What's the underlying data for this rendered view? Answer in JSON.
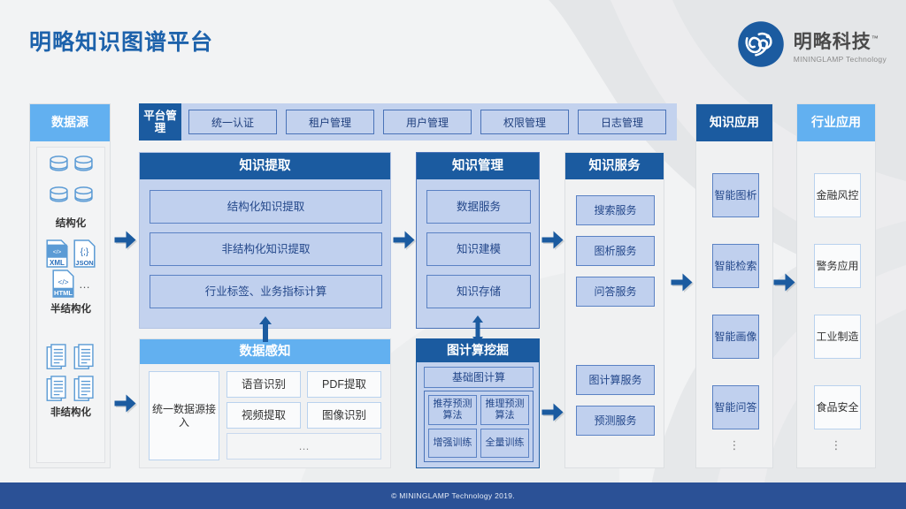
{
  "header": {
    "title": "明略知识图谱平台",
    "logo_cn": "明略科技",
    "logo_tm": "™",
    "logo_en": "MININGLAMP Technology",
    "logo_icon": "mininglamp-circle-logo"
  },
  "colors": {
    "title_blue": "#1d62ab",
    "head_dark": "#1b5ba0",
    "head_light": "#62b0f0",
    "cell_blue": "#c0d0ee",
    "cell_border": "#5b82c4",
    "arrow": "#1b5ba0",
    "footer_bg": "#2b5196",
    "page_bg": "#f2f3f4"
  },
  "datasource": {
    "title": "数据源",
    "groups": [
      {
        "caption": "结构化",
        "icon": "database-icon",
        "count": 4
      },
      {
        "caption": "半结构化",
        "icon": "file-format-icon",
        "labels": [
          "XML",
          "JSON",
          "HTML"
        ],
        "ellipsis": "…"
      },
      {
        "caption": "非结构化",
        "icon": "document-stack-icon",
        "count": 4
      }
    ]
  },
  "platform_management": {
    "label": "平台管理",
    "items": [
      "统一认证",
      "租户管理",
      "用户管理",
      "权限管理",
      "日志管理"
    ]
  },
  "knowledge_extraction": {
    "title": "知识提取",
    "items": [
      "结构化知识提取",
      "非结构化知识提取",
      "行业标签、业务指标计算"
    ]
  },
  "knowledge_management": {
    "title": "知识管理",
    "items": [
      "数据服务",
      "知识建模",
      "知识存储"
    ]
  },
  "knowledge_service": {
    "title": "知识服务",
    "group_a": [
      "搜索服务",
      "图析服务",
      "问答服务"
    ],
    "group_b": [
      "图计算服务",
      "预测服务"
    ]
  },
  "data_perception": {
    "title": "数据感知",
    "unified": "统一数据源接入",
    "items": [
      "语音识别",
      "PDF提取",
      "视频提取",
      "图像识别"
    ],
    "more": "…"
  },
  "graph_compute": {
    "title": "图计算挖掘",
    "base": "基础图计算",
    "algorithms": [
      "推荐预测算法",
      "推理预测算法",
      "增强训练",
      "全量训练"
    ]
  },
  "knowledge_apps": {
    "title": "知识应用",
    "items": [
      "智能图析",
      "智能检索",
      "智能画像",
      "智能问答"
    ],
    "more": "⋮"
  },
  "industry_apps": {
    "title": "行业应用",
    "items": [
      "金融风控",
      "警务应用",
      "工业制造",
      "食品安全"
    ],
    "more": "⋮"
  },
  "footer": {
    "copyright": "© MININGLAMP Technology 2019."
  }
}
